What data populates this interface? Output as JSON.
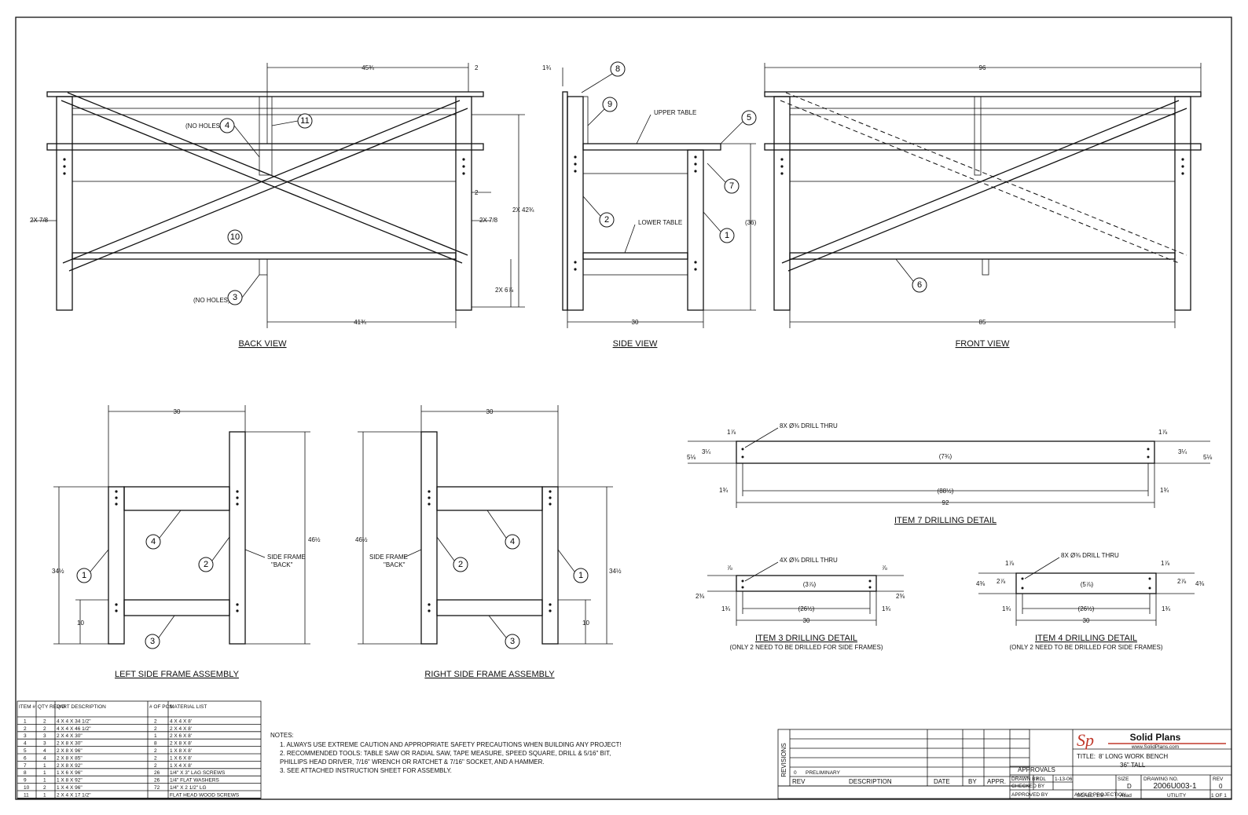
{
  "views": {
    "back": "BACK VIEW",
    "side": "SIDE VIEW",
    "front": "FRONT VIEW",
    "left_frame": "LEFT SIDE FRAME ASSEMBLY",
    "right_frame": "RIGHT SIDE FRAME ASSEMBLY",
    "item7": "ITEM 7 DRILLING DETAIL",
    "item3": "ITEM 3 DRILLING DETAIL",
    "item3_note": "(ONLY 2 NEED TO BE DRILLED FOR SIDE FRAMES)",
    "item4": "ITEM 4 DRILLING DETAIL",
    "item4_note": "(ONLY 2 NEED TO BE DRILLED FOR SIDE FRAMES)"
  },
  "dims": {
    "back_top": "45¾",
    "back_2a": "2",
    "back_2b": "2",
    "back_2x42": "2X 42¾",
    "back_2x7_left": "2X 7/8",
    "back_2x7_right": "2X 7/8",
    "back_2x6": "2X 6⅞",
    "back_bottom": "41¾",
    "side_top": "1¾",
    "side_36": "(36)",
    "side_30": "30",
    "front_96": "96",
    "front_85": "85",
    "lf_30": "30",
    "lf_46": "46½",
    "lf_34": "34½",
    "lf_10": "10",
    "rf_30": "30",
    "rf_46": "46½",
    "rf_34": "34½",
    "rf_10": "10",
    "i7_drill": "8X Ø⅜ DRILL THRU",
    "i7_1a": "1⅞",
    "i7_1b": "1⅞",
    "i7_3a": "3¼",
    "i7_3b": "3¼",
    "i7_5a": "5⅛",
    "i7_5b": "5⅛",
    "i7_center": "(7¾)",
    "i7_1c": "1¾",
    "i7_1d": "1¾",
    "i7_88": "(88½)",
    "i7_92": "92",
    "i3_drill": "4X Ø⅜ DRILL THRU",
    "i3_a": "⅞",
    "i3_b": "⅞",
    "i3_2a": "2⅜",
    "i3_2b": "2⅜",
    "i3_center": "(3⅞)",
    "i3_1a": "1¾",
    "i3_1b": "1¾",
    "i3_26": "(26½)",
    "i3_30": "30",
    "i4_drill": "8X Ø⅜ DRILL THRU",
    "i4_1a": "1⅞",
    "i4_1b": "1⅞",
    "i4_2a": "2⅞",
    "i4_2b": "2⅞",
    "i4_4a": "4⅜",
    "i4_4b": "4⅜",
    "i4_center": "(5⅞)",
    "i4_1c": "1¾",
    "i4_1d": "1¾",
    "i4_26": "(26½)",
    "i4_30": "30"
  },
  "labels": {
    "no_holes_4": "(NO HOLES)",
    "no_holes_3": "(NO HOLES)",
    "upper_table": "UPPER TABLE",
    "lower_table": "LOWER TABLE",
    "side_frame_back_l": "SIDE FRAME",
    "side_frame_back_l2": "\"BACK\"",
    "side_frame_back_r": "SIDE FRAME",
    "side_frame_back_r2": "\"BACK\""
  },
  "bom": {
    "headers": [
      "ITEM #",
      "QTY REQ'D",
      "PART DESCRIPTION"
    ],
    "rows": [
      [
        "1",
        "2",
        "4 X 4 X 34 1/2\""
      ],
      [
        "2",
        "2",
        "4 X 4 X 46 1/2\""
      ],
      [
        "3",
        "3",
        "2 X 4 X 30\""
      ],
      [
        "4",
        "3",
        "2 X 8 X 30\""
      ],
      [
        "5",
        "4",
        "2 X 8 X 96\""
      ],
      [
        "6",
        "4",
        "2 X 8 X 85\""
      ],
      [
        "7",
        "1",
        "2 X 8 X 92\""
      ],
      [
        "8",
        "1",
        "1 X 6 X 96\""
      ],
      [
        "9",
        "1",
        "1 X 8 X 92\""
      ],
      [
        "10",
        "2",
        "1 X 4 X 96\""
      ],
      [
        "11",
        "1",
        "2 X 4 X 17 1/2\""
      ]
    ]
  },
  "materials": {
    "headers": [
      "# OF PCS.",
      "MATERIAL LIST"
    ],
    "rows": [
      [
        "2",
        "4 X 4 X 8'"
      ],
      [
        "2",
        "2 X 4 X 8'"
      ],
      [
        "1",
        "2 X 6 X 8'"
      ],
      [
        "8",
        "2 X 8 X 8'"
      ],
      [
        "2",
        "1 X 8 X 8'"
      ],
      [
        "2",
        "1 X 6 X 8'"
      ],
      [
        "2",
        "1 X 4 X 8'"
      ],
      [
        "26",
        "1/4\" X 3\" LAG SCREWS"
      ],
      [
        "26",
        "1/4\" FLAT WASHERS"
      ],
      [
        "72",
        "1/4\" X 2 1/2\" LG"
      ],
      [
        "",
        "FLAT HEAD WOOD SCREWS"
      ]
    ]
  },
  "notes": {
    "title": "NOTES:",
    "items": [
      "1. ALWAYS USE EXTREME CAUTION AND APPROPRIATE SAFETY PRECAUTIONS WHEN BUILDING ANY PROJECT!",
      "2. RECOMMENDED TOOLS: TABLE SAW OR RADIAL SAW, TAPE MEASURE, SPEED SQUARE, DRILL & 5/16\" BIT,",
      "    PHILLIPS HEAD DRIVER, 7/16\" WRENCH OR RATCHET & 7/16\" SOCKET, AND A HAMMER.",
      "3. SEE ATTACHED INSTRUCTION SHEET FOR ASSEMBLY."
    ]
  },
  "revisions": {
    "side_label": "REVISIONS",
    "row_rev": "0",
    "row_desc": "PRELIMINARY",
    "hdr_rev": "REV",
    "hdr_desc": "DESCRIPTION",
    "hdr_date": "DATE",
    "hdr_by": "BY",
    "hdr_appr": "APPR."
  },
  "titleblock": {
    "approvals": "APPROVALS",
    "drawn_by": "DRAWN BY",
    "drawn_name": "RDL",
    "drawn_date": "1-13-06",
    "checked_by": "CHECKED BY",
    "approved_by": "APPROVED BY",
    "logo": "Sp",
    "company": "Solid Plans",
    "web": "www.SolidPlans.com",
    "title_label": "TITLE:",
    "title1": "8' LONG WORK BENCH",
    "title2": "36\" TALL",
    "size_label": "SIZE",
    "size": "D",
    "drawing_no_label": "DRAWING NO.",
    "drawing_no": "2006U003-1",
    "rev_label": "REV",
    "rev": "0",
    "scale": "SCALE: 1:8",
    "acad": "Acad",
    "category": "UTILITY",
    "sheet": "1 OF 1",
    "angle": "ANGLE PROJECTION"
  }
}
